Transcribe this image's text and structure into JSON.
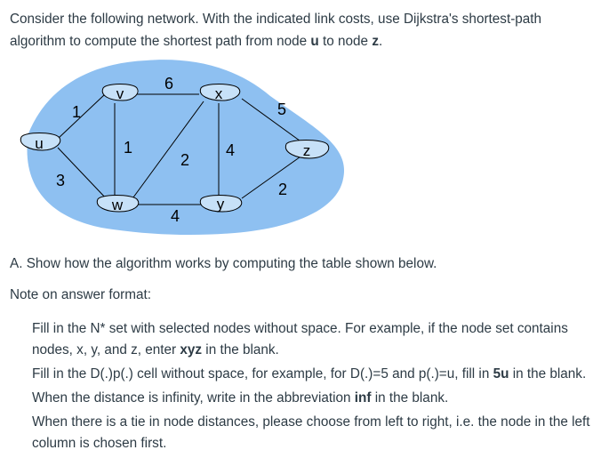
{
  "intro": {
    "part1": "Consider the following network. With the indicated link costs, use Dijkstra's shortest-path algorithm to compute the shortest path from node ",
    "source": "u",
    "part2": " to node ",
    "dest": "z",
    "part3": "."
  },
  "graph": {
    "nodes": [
      "u",
      "v",
      "x",
      "w",
      "y",
      "z"
    ],
    "edges": [
      {
        "from": "u",
        "to": "v",
        "cost": "1"
      },
      {
        "from": "v",
        "to": "x",
        "cost": "6"
      },
      {
        "from": "x",
        "to": "z",
        "cost": "5"
      },
      {
        "from": "v",
        "to": "w",
        "cost": "1"
      },
      {
        "from": "w",
        "to": "x",
        "cost": "2"
      },
      {
        "from": "x",
        "to": "y",
        "cost": "4"
      },
      {
        "from": "u",
        "to": "w",
        "cost": "3"
      },
      {
        "from": "w",
        "to": "y",
        "cost": "4"
      },
      {
        "from": "y",
        "to": "z",
        "cost": "2"
      }
    ],
    "colors": {
      "cloud": "#8ec0f1",
      "line": "#000000"
    }
  },
  "part_a": "A. Show how the algorithm works by computing the table shown below.",
  "note_title": "Note on answer format:",
  "instructions": {
    "i1_a": "Fill in the N* set with selected nodes without space. For example, if the node set contains nodes, x, y, and z, enter ",
    "i1_b": "xyz",
    "i1_c": " in the blank.",
    "i2_a": "Fill in the D(.)p(.) cell without space, for example, for D(.)=5 and p(.)=u, fill in ",
    "i2_b": "5u",
    "i2_c": " in the blank.",
    "i3_a": "When the distance is infinity, write in the abbreviation ",
    "i3_b": "inf",
    "i3_c": " in the blank.",
    "i4": "When there is a tie in node distances, please choose from left to right, i.e. the node in the left column is chosen first."
  }
}
